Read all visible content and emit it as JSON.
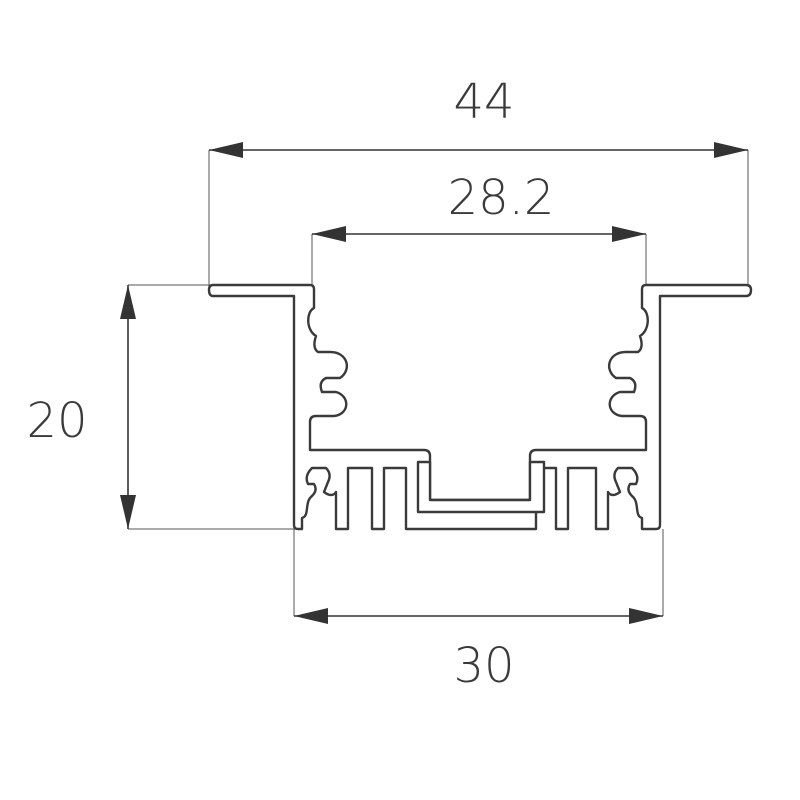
{
  "dimensions": {
    "overall_width": "44",
    "inner_width": "28.2",
    "height": "20",
    "body_width": "30"
  },
  "colors": {
    "line": "#333333",
    "background": "#ffffff"
  }
}
